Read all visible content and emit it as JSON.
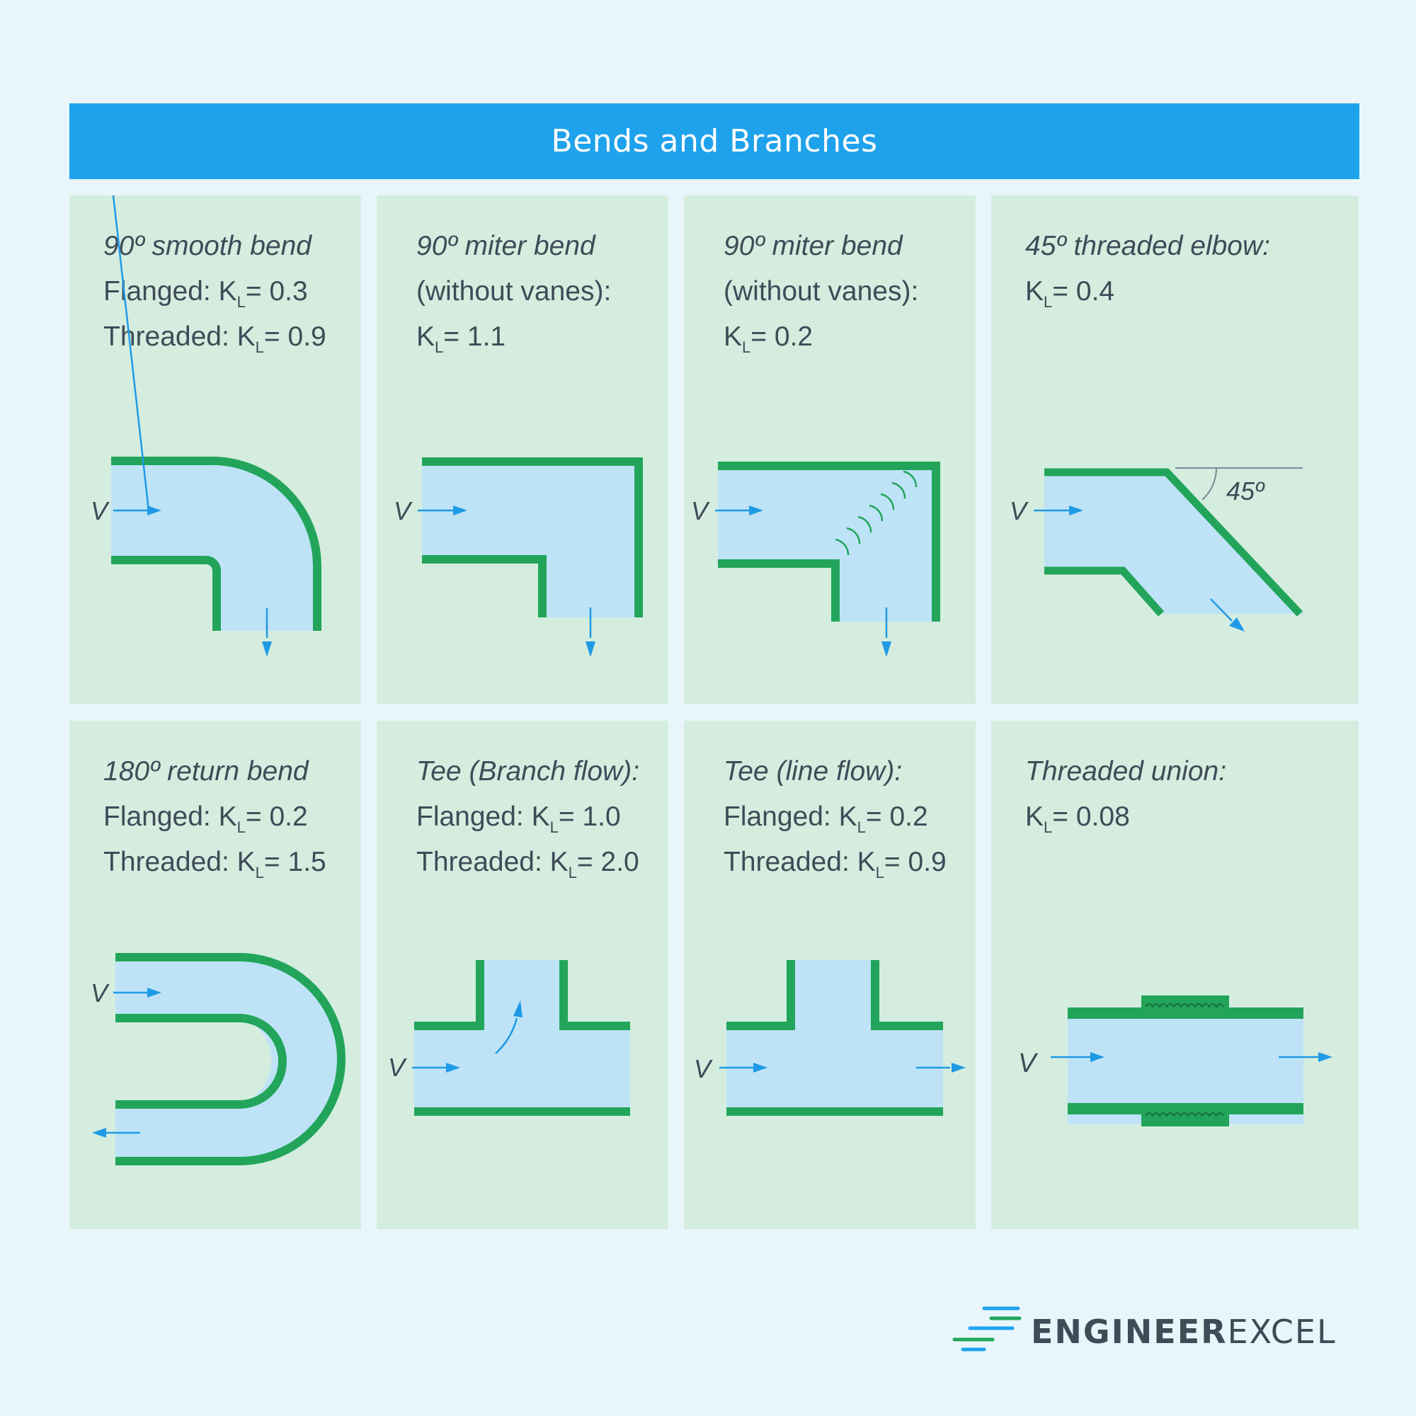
{
  "title": "Bends and Branches",
  "velocity_symbol": "V",
  "angle_label": "45º",
  "cards": [
    {
      "title": "90º smooth bend",
      "k_symbol": "K",
      "k_sub": "L",
      "lines": [
        {
          "prefix": "Flanged: ",
          "value": "= 0.3"
        },
        {
          "prefix": "Threaded: ",
          "value": "= 0.9"
        }
      ]
    },
    {
      "title": "90º miter bend",
      "subtitle": "(without vanes):",
      "k_symbol": "K",
      "k_sub": "L",
      "lines": [
        {
          "prefix": "",
          "value": "= 1.1"
        }
      ]
    },
    {
      "title": "90º miter bend",
      "subtitle": "(without vanes):",
      "k_symbol": "K",
      "k_sub": "L",
      "lines": [
        {
          "prefix": "",
          "value": "= 0.2"
        }
      ]
    },
    {
      "title": "45º threaded elbow:",
      "k_symbol": "K",
      "k_sub": "L",
      "lines": [
        {
          "prefix": "",
          "value": "= 0.4"
        }
      ]
    },
    {
      "title": "180º return bend",
      "k_symbol": "K",
      "k_sub": "L",
      "lines": [
        {
          "prefix": "Flanged: ",
          "value": "= 0.2"
        },
        {
          "prefix": "Threaded: ",
          "value": "= 1.5"
        }
      ]
    },
    {
      "title": "Tee (Branch flow):",
      "k_symbol": "K",
      "k_sub": "L",
      "lines": [
        {
          "prefix": "Flanged: ",
          "value": "= 1.0"
        },
        {
          "prefix": "Threaded: ",
          "value": "= 2.0"
        }
      ]
    },
    {
      "title": "Tee (line flow):",
      "k_symbol": "K",
      "k_sub": "L",
      "lines": [
        {
          "prefix": "Flanged: ",
          "value": "= 0.2"
        },
        {
          "prefix": "Threaded: ",
          "value": "= 0.9"
        }
      ]
    },
    {
      "title": "Threaded union:",
      "k_symbol": "K",
      "k_sub": "L",
      "lines": [
        {
          "prefix": "",
          "value": "= 0.08"
        }
      ]
    }
  ],
  "brand": {
    "part1": "ENGINEER",
    "part2": "EXCEL"
  },
  "colors": {
    "background": "#e8f6fc",
    "banner": "#1fa2ec",
    "card": "#d4eddf",
    "pipe_wall": "#22a55a",
    "fluid": "#bee3f7",
    "arrow": "#1f9ae6",
    "text": "#3f4b57"
  }
}
